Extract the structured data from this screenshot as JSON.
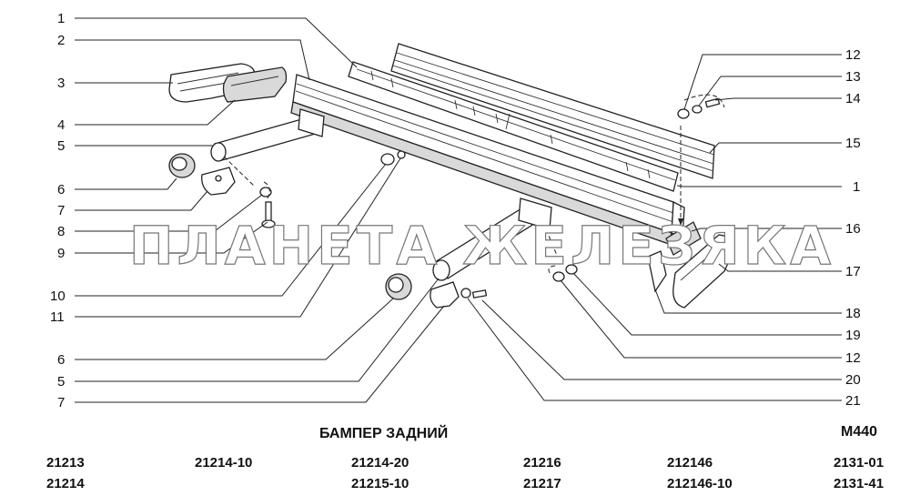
{
  "title": "БАМПЕР ЗАДНИЙ",
  "diagram_code": "M440",
  "watermark": "ПЛАНЕТА ЖЕЛЕЗЯКА",
  "callouts_left": [
    "1",
    "2",
    "3",
    "4",
    "5",
    "6",
    "7",
    "8",
    "9",
    "10",
    "11",
    "6",
    "5",
    "7"
  ],
  "callouts_right": [
    "12",
    "13",
    "14",
    "15",
    "1",
    "16",
    "17",
    "18",
    "19",
    "12",
    "20",
    "21"
  ],
  "models": {
    "col1": [
      "21213",
      "21214"
    ],
    "col2": [
      "21214-10"
    ],
    "col3": [
      "21214-20",
      "21215-10"
    ],
    "col4": [
      "21216",
      "21217"
    ],
    "col5": [
      "212146",
      "212146-10"
    ],
    "col6": [
      "2131-01",
      "2131-41"
    ]
  }
}
